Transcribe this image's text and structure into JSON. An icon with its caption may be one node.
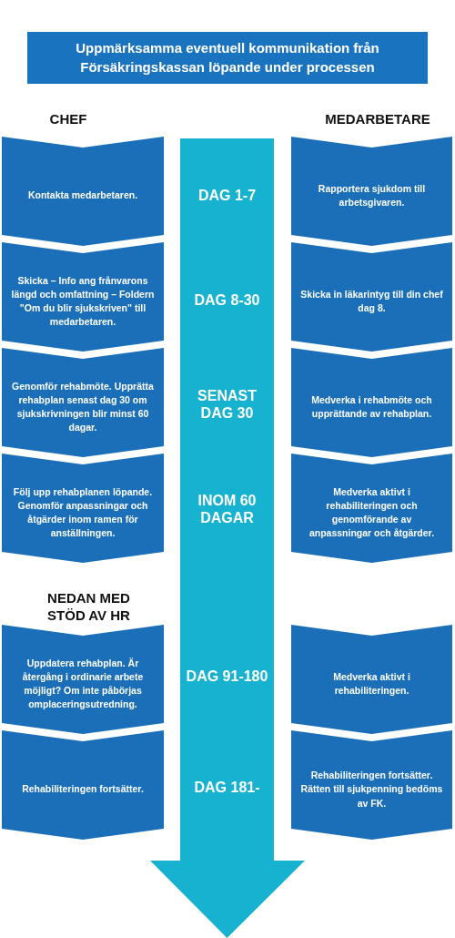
{
  "diagram": {
    "nodes": [
      {
        "text": [
          "Uppmärksamma eventuell kommunikation från Försäkringskassan löpande under processen"
        ]
      },
      {
        "text": [
          "Kontakta medarbetaren."
        ]
      },
      {
        "text": [
          "Rapportera sjukdom till arbetsgivaren."
        ]
      },
      {
        "text": [
          "Skicka – Info ang frånvarons längd och omfattning – Foldern \"Om du blir sjukskriven\" till medarbetaren."
        ]
      },
      {
        "text": [
          "Skicka in läkarintyg till din chef dag 8."
        ]
      },
      {
        "text": [
          "Genomför rehabmöte. Upprätta rehabplan senast dag 30 om sjukskrivningen blir minst 60 dagar."
        ]
      },
      {
        "text": [
          "Medverka i rehabmöte och upprättande av rehabplan."
        ]
      },
      {
        "text": [
          "Följ upp rehabplanen löpande. Genomför anpassningar och åtgärder inom ramen för anställningen."
        ]
      },
      {
        "text": [
          "Medverka aktivt i rehabiliteringen och genomförande av anpassningar och åtgärder."
        ]
      },
      {
        "text": [
          "Uppdatera rehabplan. Är återgång i ordinarie arbete möjligt? Om inte påbörjas omplaceringsutredning."
        ]
      },
      {
        "text": [
          "Medverka aktivt i rehabiliteringen."
        ]
      },
      {
        "text": [
          "Rehabiliteringen fortsätter."
        ]
      },
      {
        "text": [
          "Rehabiliteringen fortsätter. Rätten till sjukpenning bedöms av FK."
        ]
      },
      {
        "text": [
          "DAG 1-7",
          "DAG 8-30",
          "SENAST DAG 30",
          "INOM 60 DAGAR",
          "DAG 91-180",
          "DAG 181-"
        ]
      }
    ],
    "labels": [
      "CHEF",
      "MEDARBETARE",
      "NEDAN MED STÖD AV HR"
    ]
  }
}
